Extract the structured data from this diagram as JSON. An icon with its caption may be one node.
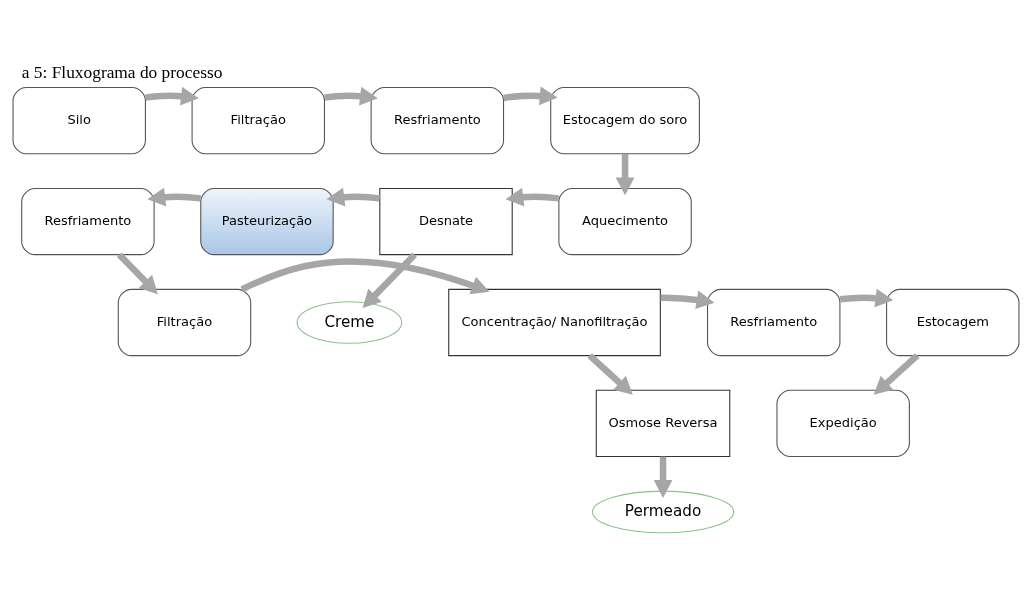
{
  "diagram": {
    "title": "a 5: Fluxograma do processo",
    "nodes": [
      {
        "text": [
          "Silo"
        ]
      },
      {
        "text": [
          "Filtração"
        ]
      },
      {
        "text": [
          "Resfriamento"
        ]
      },
      {
        "text": [
          "Estocagem do soro"
        ]
      },
      {
        "text": [
          "Resfriamento"
        ]
      },
      {
        "text": [
          "Pasteurização"
        ]
      },
      {
        "text": [
          "Desnate"
        ]
      },
      {
        "text": [
          "Aquecimento"
        ]
      },
      {
        "text": [
          "Creme"
        ]
      },
      {
        "text": [
          "Filtração"
        ]
      },
      {
        "text": [
          "Concentração/ Nanofiltração"
        ]
      },
      {
        "text": [
          "Resfriamento"
        ]
      },
      {
        "text": [
          "Estocagem"
        ]
      },
      {
        "text": [
          "Osmose Reversa"
        ]
      },
      {
        "text": [
          "Expedição"
        ]
      },
      {
        "text": [
          "Permeado"
        ]
      }
    ],
    "edges": [
      {
        "from": 0,
        "to": 1,
        "arrow": "to"
      },
      {
        "from": 1,
        "to": 2,
        "arrow": "to"
      },
      {
        "from": 2,
        "to": 3,
        "arrow": "to"
      },
      {
        "from": 3,
        "to": 7,
        "arrow": "to"
      },
      {
        "from": 7,
        "to": 6,
        "arrow": "to"
      },
      {
        "from": 6,
        "to": 5,
        "arrow": "to"
      },
      {
        "from": 5,
        "to": 4,
        "arrow": "to"
      },
      {
        "from": 6,
        "to": 8,
        "arrow": "to"
      },
      {
        "from": 4,
        "to": 9,
        "arrow": "to"
      },
      {
        "from": 9,
        "to": 10,
        "arrow": "to"
      },
      {
        "from": 10,
        "to": 11,
        "arrow": "to"
      },
      {
        "from": 11,
        "to": 12,
        "arrow": "to"
      },
      {
        "from": 10,
        "to": 13,
        "arrow": "to"
      },
      {
        "from": 12,
        "to": 14,
        "arrow": "to"
      },
      {
        "from": 13,
        "to": 15,
        "arrow": "to"
      }
    ]
  }
}
